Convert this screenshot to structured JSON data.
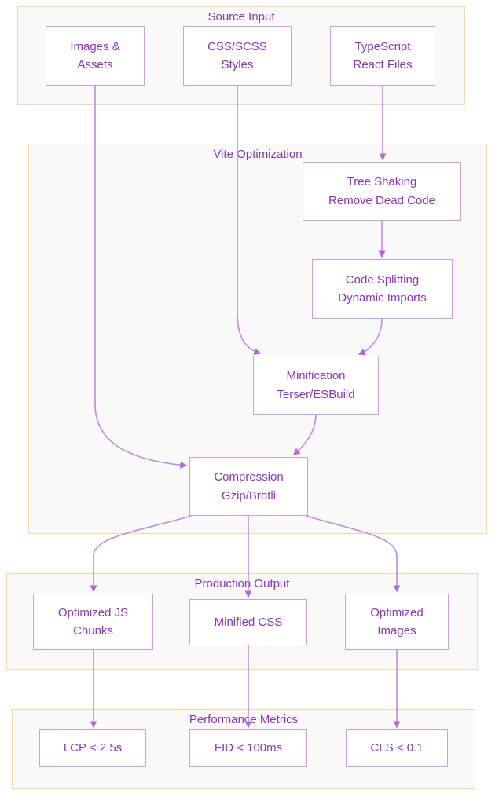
{
  "colors": {
    "background": "#ffffff",
    "cluster_fill": "#f9f9f9",
    "cluster_border": "#f1d7aa",
    "node_fill": "#ffffff",
    "node_border": "#cf9ce0",
    "text": "#8c34b4",
    "edge_stroke": "#c289de",
    "arrowhead_fill": "#b269d2"
  },
  "clusters": {
    "source_input": {
      "title": "Source Input"
    },
    "vite_optimization": {
      "title": "Vite Optimization"
    },
    "production_output": {
      "title": "Production Output"
    },
    "performance_metrics": {
      "title": "Performance Metrics"
    }
  },
  "nodes": {
    "images_assets": {
      "label": "Images &\nAssets",
      "cluster": "source_input"
    },
    "css_scss": {
      "label": "CSS/SCSS\nStyles",
      "cluster": "source_input"
    },
    "typescript_react": {
      "label": "TypeScript\nReact Files",
      "cluster": "source_input"
    },
    "tree_shaking": {
      "label": "Tree Shaking\nRemove Dead Code",
      "cluster": "vite_optimization"
    },
    "code_splitting": {
      "label": "Code Splitting\nDynamic Imports",
      "cluster": "vite_optimization"
    },
    "minification": {
      "label": "Minification\nTerser/ESBuild",
      "cluster": "vite_optimization"
    },
    "compression": {
      "label": "Compression\nGzip/Brotli",
      "cluster": "vite_optimization"
    },
    "optimized_js": {
      "label": "Optimized JS\nChunks",
      "cluster": "production_output"
    },
    "minified_css": {
      "label": "Minified CSS",
      "cluster": "production_output"
    },
    "optimized_images": {
      "label": "Optimized\nImages",
      "cluster": "production_output"
    },
    "lcp": {
      "label": "LCP < 2.5s",
      "cluster": "performance_metrics"
    },
    "fid": {
      "label": "FID < 100ms",
      "cluster": "performance_metrics"
    },
    "cls": {
      "label": "CLS < 0.1",
      "cluster": "performance_metrics"
    }
  },
  "edges": [
    {
      "from": "images_assets",
      "to": "compression"
    },
    {
      "from": "css_scss",
      "to": "minification"
    },
    {
      "from": "typescript_react",
      "to": "tree_shaking"
    },
    {
      "from": "tree_shaking",
      "to": "code_splitting"
    },
    {
      "from": "code_splitting",
      "to": "minification"
    },
    {
      "from": "minification",
      "to": "compression"
    },
    {
      "from": "compression",
      "to": "optimized_js"
    },
    {
      "from": "compression",
      "to": "minified_css"
    },
    {
      "from": "compression",
      "to": "optimized_images"
    },
    {
      "from": "optimized_js",
      "to": "lcp"
    },
    {
      "from": "minified_css",
      "to": "fid"
    },
    {
      "from": "optimized_images",
      "to": "cls"
    }
  ]
}
